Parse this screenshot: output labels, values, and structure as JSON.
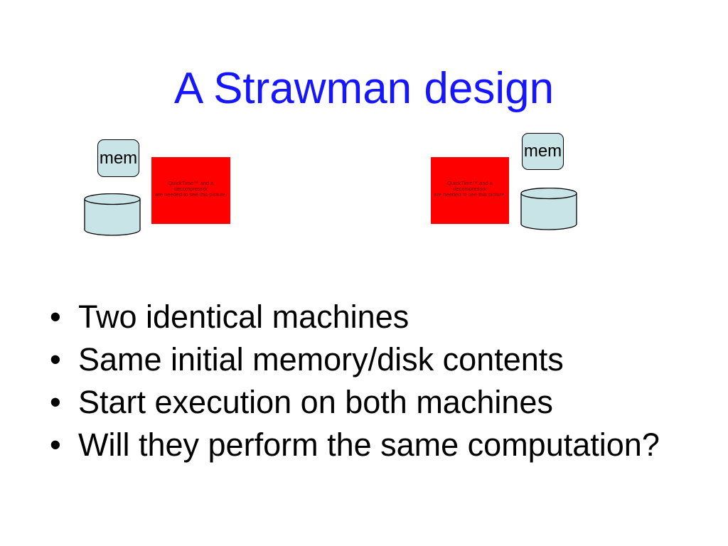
{
  "slide": {
    "title": "A Strawman design",
    "bullet_symbol": "•",
    "bullets": [
      "Two identical machines",
      "Same initial memory/disk contents",
      "Start execution on both machines",
      "Will they perform the same computation?"
    ]
  },
  "diagram": {
    "machines": [
      {
        "memory_label": "mem",
        "placeholder_lines": [
          "QuickTime™ and a",
          "decompressor",
          "are needed to see this picture."
        ]
      },
      {
        "memory_label": "mem",
        "placeholder_lines": [
          "QuickTime™ and a",
          "decompressor",
          "are needed to see this picture."
        ]
      }
    ]
  },
  "colors": {
    "title": "#1515ff",
    "component_fill": "#c8e4e6",
    "placeholder_red": "#ff0000",
    "text": "#000000"
  }
}
